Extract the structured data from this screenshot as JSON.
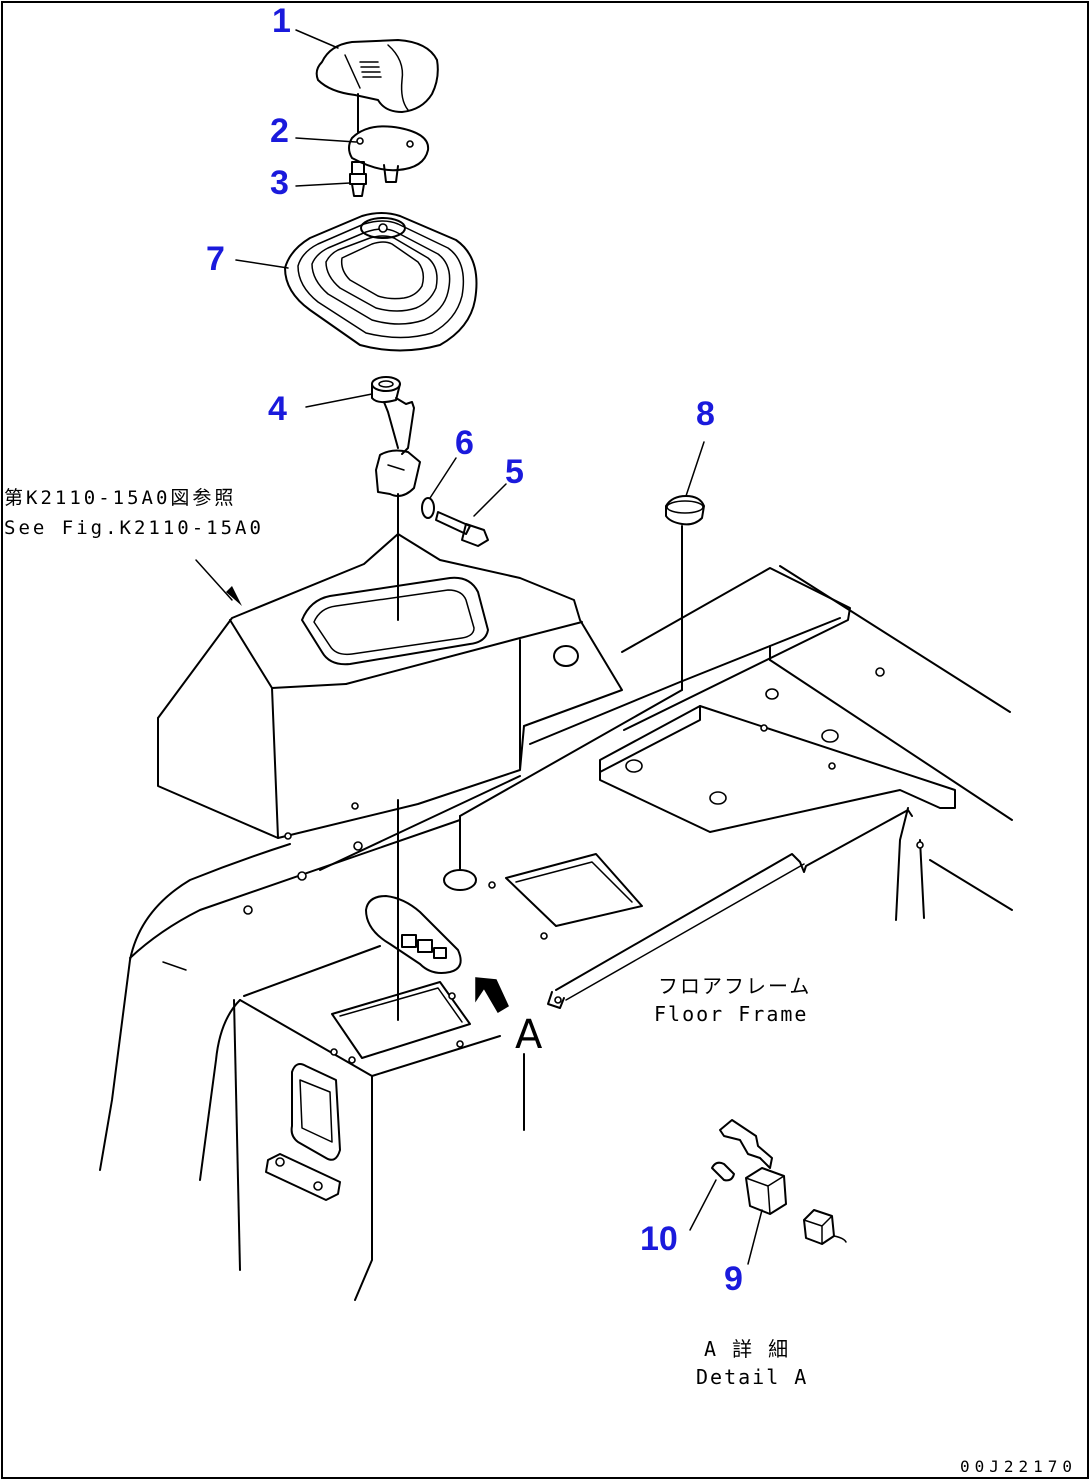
{
  "callouts": [
    "1",
    "2",
    "3",
    "4",
    "5",
    "6",
    "7",
    "8",
    "9",
    "10"
  ],
  "reference_note": {
    "line_jp": "第K2110-15A0図参照",
    "line_en": "See Fig.K2110-15A0"
  },
  "floor_frame_label": {
    "jp": "フロアフレーム",
    "en": "Floor Frame"
  },
  "view_letter": "A",
  "detail_label": {
    "jp": "A 詳 細",
    "en": "Detail A"
  },
  "drawing_code": "00J22170",
  "colors": {
    "callout": "#1a1adc",
    "line": "#000000",
    "background": "#ffffff"
  }
}
